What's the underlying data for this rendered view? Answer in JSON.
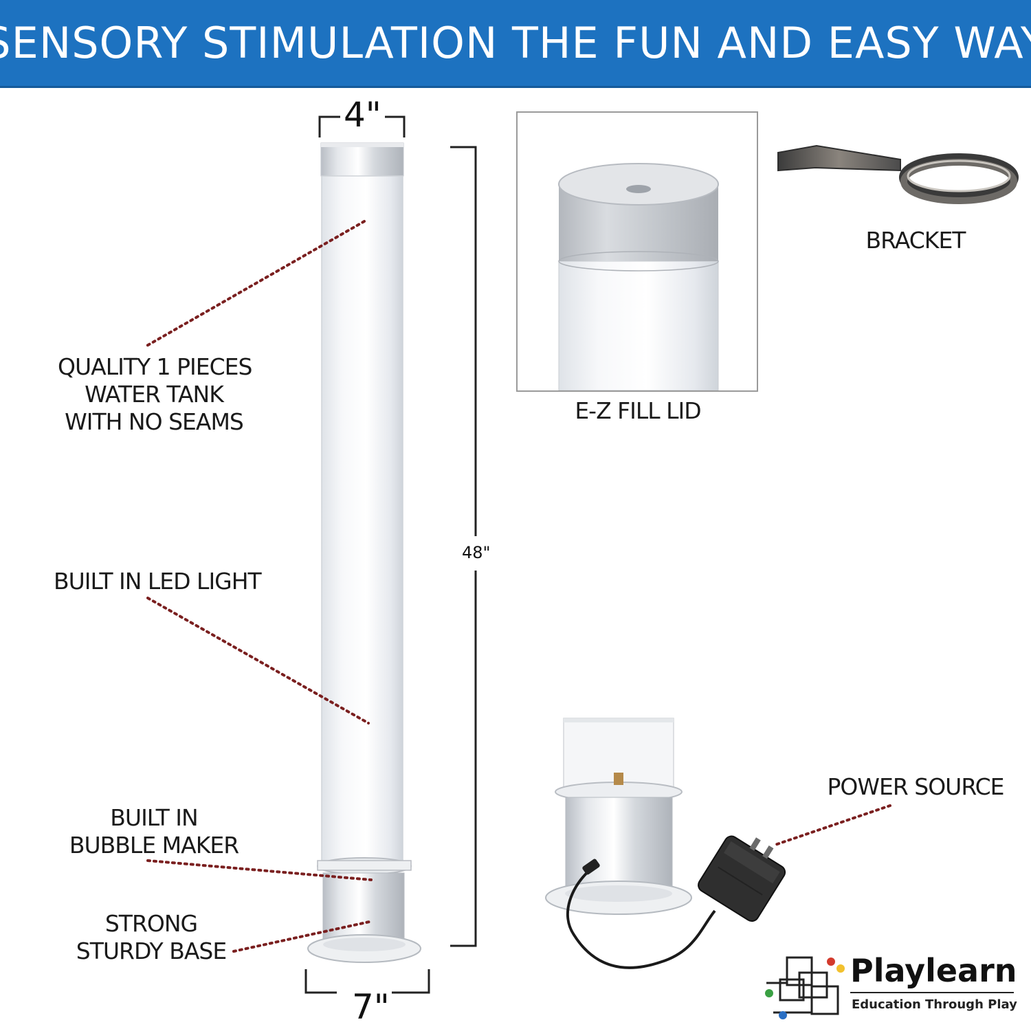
{
  "banner": {
    "title": "SENSORY STIMULATION THE FUN AND EASY WAY"
  },
  "dimensions": {
    "top_width": "4\"",
    "bottom_width": "7\"",
    "height": "48\""
  },
  "labels": {
    "quality": [
      "QUALITY 1 PIECES",
      "WATER TANK",
      "WITH NO SEAMS"
    ],
    "led": [
      "BUILT IN LED LIGHT"
    ],
    "bubble": [
      "BUILT IN",
      "BUBBLE MAKER"
    ],
    "base": [
      "STRONG",
      "STURDY BASE"
    ],
    "lid": "E-Z FILL LID",
    "bracket": "BRACKET",
    "power": "POWER SOURCE"
  },
  "logo": {
    "name": "Playlearn",
    "tagline": "Education Through Play"
  },
  "colors": {
    "banner": "#1d72c0",
    "leader_dots": "#7a1f1f",
    "logo_dot_red": "#d33a2c",
    "logo_dot_yellow": "#f2c12e",
    "logo_dot_green": "#3aa043",
    "logo_dot_blue": "#2a6fc4"
  }
}
